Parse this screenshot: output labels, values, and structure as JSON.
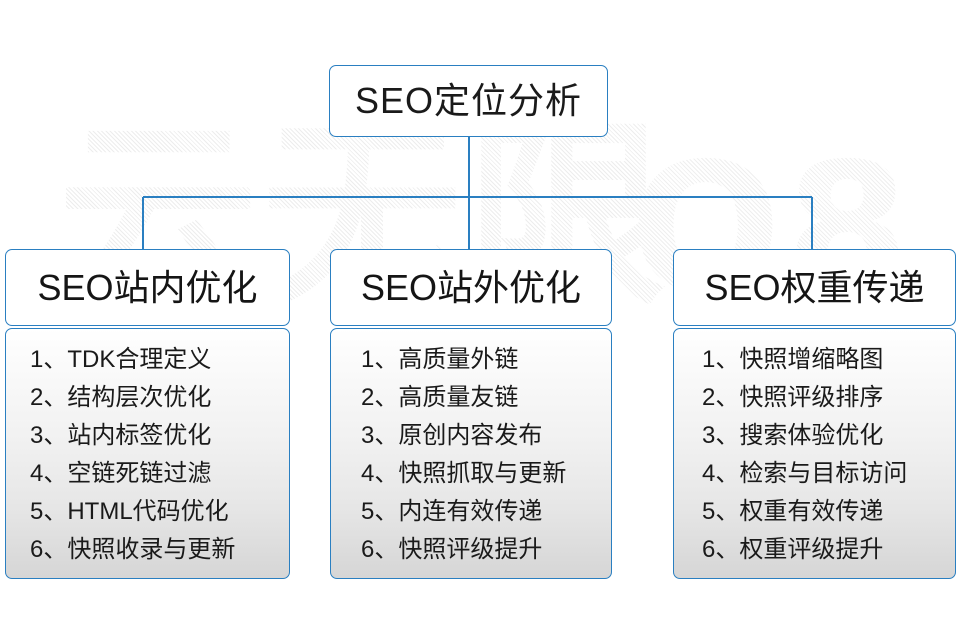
{
  "diagram": {
    "title": "SEO定位分析",
    "accent_color": "#2a7fc1",
    "text_color": "#1a1a1a",
    "background_color": "#ffffff",
    "watermark": {
      "main": "云无限",
      "sub": "Q8",
      "color": "#ededed"
    },
    "root": {
      "label": "SEO定位分析"
    },
    "columns": [
      {
        "header": "SEO站内优化",
        "items": [
          "1、TDK合理定义",
          "2、结构层次优化",
          "3、站内标签优化",
          "4、空链死链过滤",
          "5、HTML代码优化",
          "6、快照收录与更新"
        ]
      },
      {
        "header": "SEO站外优化",
        "items": [
          "1、高质量外链",
          "2、高质量友链",
          "3、原创内容发布",
          "4、快照抓取与更新",
          "5、内连有效传递",
          "6、快照评级提升"
        ]
      },
      {
        "header": "SEO权重传递",
        "items": [
          "1、快照增缩略图",
          "2、快照评级排序",
          "3、搜索体验优化",
          "4、检索与目标访问",
          "5、权重有效传递",
          "6、权重评级提升"
        ]
      }
    ]
  }
}
